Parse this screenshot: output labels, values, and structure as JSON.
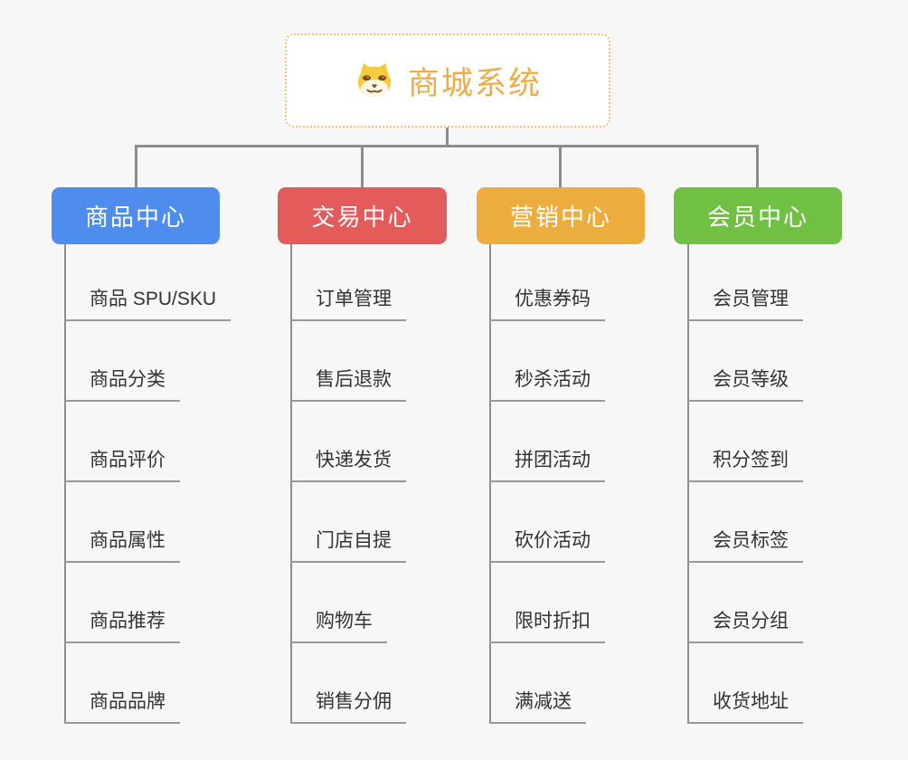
{
  "app": {
    "background": "#F7F7F7",
    "connector_color": "#8C8C8C"
  },
  "root": {
    "title": "商城系统",
    "icon": "doge-icon",
    "text_color": "#F0AC44",
    "border_color": "#F2C176",
    "background": "#FFFFFF"
  },
  "leaf_style": {
    "text_color": "#333333",
    "underline_color": "#999999"
  },
  "branches": [
    {
      "label": "商品中心",
      "color": "#4E8DEE",
      "children": [
        "商品 SPU/SKU",
        "商品分类",
        "商品评价",
        "商品属性",
        "商品推荐",
        "商品品牌"
      ]
    },
    {
      "label": "交易中心",
      "color": "#E45B5C",
      "children": [
        "订单管理",
        "售后退款",
        "快递发货",
        "门店自提",
        "购物车",
        "销售分佣"
      ]
    },
    {
      "label": "营销中心",
      "color": "#EDAD3E",
      "children": [
        "优惠券码",
        "秒杀活动",
        "拼团活动",
        "砍价活动",
        "限时折扣",
        "满减送"
      ]
    },
    {
      "label": "会员中心",
      "color": "#70C043",
      "children": [
        "会员管理",
        "会员等级",
        "积分签到",
        "会员标签",
        "会员分组",
        "收货地址"
      ]
    }
  ]
}
